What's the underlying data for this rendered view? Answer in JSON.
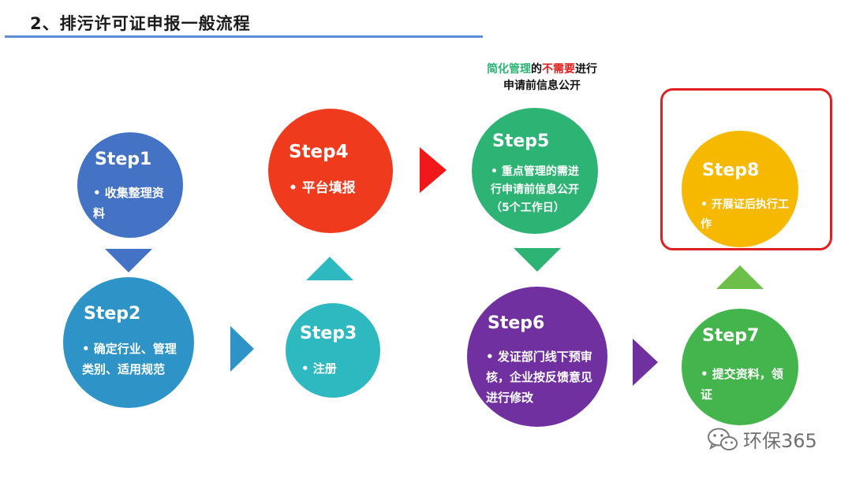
{
  "title": "2、排污许可证申报一般流程",
  "note": {
    "part1": "简化管理",
    "part2": "的",
    "part3": "不需要",
    "part4": "进行申请前信息公开"
  },
  "steps": {
    "s1": {
      "label": "Step1",
      "desc": "• 收集整理资料"
    },
    "s2": {
      "label": "Step2",
      "desc": "• 确定行业、管理类别、适用规范"
    },
    "s3": {
      "label": "Step3",
      "desc": "• 注册"
    },
    "s4": {
      "label": "Step4",
      "desc": "• 平台填报"
    },
    "s5": {
      "label": "Step5",
      "desc": "• 重点管理的需进行申请前信息公开（5个工作日）"
    },
    "s6": {
      "label": "Step6",
      "desc": "• 发证部门线下预审核，企业按反馈意见进行修改"
    },
    "s7": {
      "label": "Step7",
      "desc": "• 提交资料，领证"
    },
    "s8": {
      "label": "Step8",
      "desc": "• 开展证后执行工作"
    }
  },
  "colors": {
    "step1": "#4472c4",
    "step2": "#2e94c8",
    "step3": "#2eb8c0",
    "step4": "#f03a1e",
    "step5": "#2db373",
    "step6": "#7030a0",
    "step7": "#44b54c",
    "step8": "#f7b800",
    "highlight": "#e02020"
  },
  "watermark": {
    "icon": "wechat-icon",
    "text": "环保365"
  }
}
